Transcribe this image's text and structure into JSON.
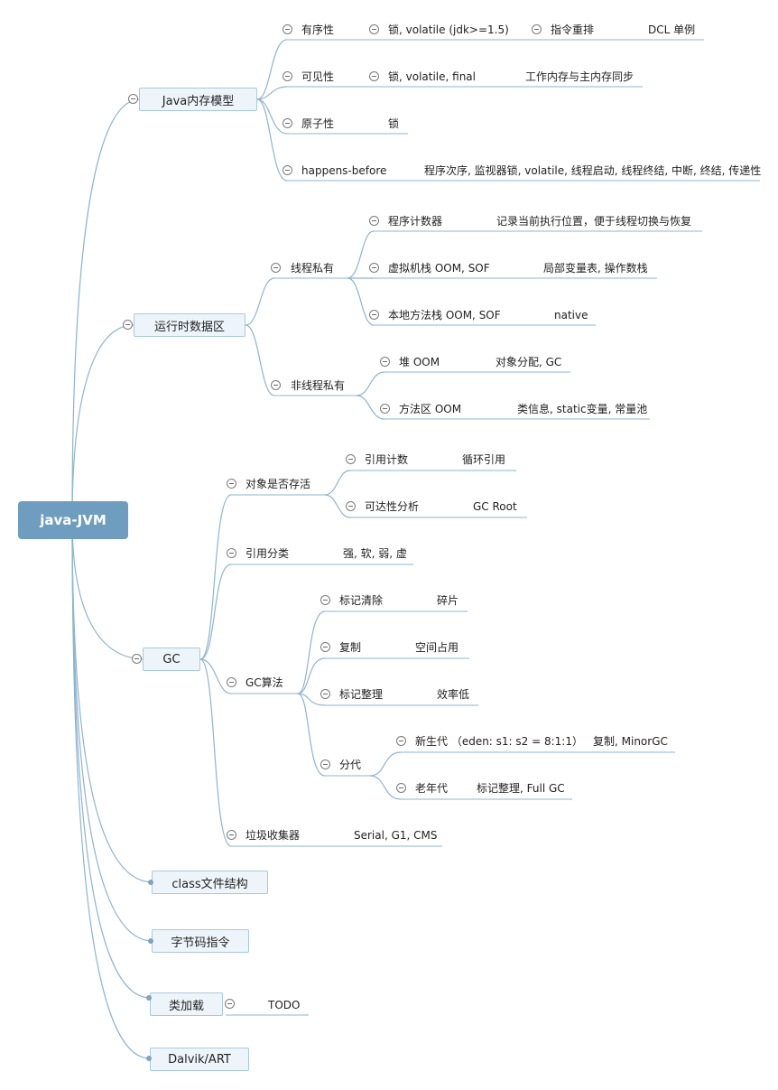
{
  "root": "java-JVM",
  "branches": {
    "jmm": {
      "label": "Java内存模型",
      "ordering": {
        "label": "有序性",
        "detail": "锁, volatile (jdk>=1.5)",
        "sub": "指令重排",
        "leaf": "DCL 单例"
      },
      "visibility": {
        "label": "可见性",
        "detail": "锁, volatile, final",
        "leaf": "工作内存与主内存同步"
      },
      "atomicity": {
        "label": "原子性",
        "detail": "锁"
      },
      "happens_before": {
        "label": "happens-before",
        "detail": "程序次序, 监视器锁, volatile, 线程启动, 线程终结, 中断, 终结, 传递性"
      }
    },
    "runtime": {
      "label": "运行时数据区",
      "private": {
        "label": "线程私有",
        "pc": {
          "label": "程序计数器",
          "detail": "记录当前执行位置，便于线程切换与恢复"
        },
        "vm_stack": {
          "label": "虚拟机栈 OOM, SOF",
          "detail": "局部变量表, 操作数栈"
        },
        "native_stack": {
          "label": "本地方法栈 OOM, SOF",
          "detail": "native"
        }
      },
      "shared": {
        "label": "非线程私有",
        "heap": {
          "label": "堆 OOM",
          "detail": "对象分配, GC"
        },
        "method_area": {
          "label": "方法区 OOM",
          "detail": "类信息, static变量, 常量池"
        }
      }
    },
    "gc": {
      "label": "GC",
      "alive": {
        "label": "对象是否存活",
        "refcount": {
          "label": "引用计数",
          "detail": "循环引用"
        },
        "reachability": {
          "label": "可达性分析",
          "detail": "GC Root"
        }
      },
      "refs": {
        "label": "引用分类",
        "detail": "强, 软, 弱, 虚"
      },
      "algo": {
        "label": "GC算法",
        "mark_sweep": {
          "label": "标记清除",
          "detail": "碎片"
        },
        "copy": {
          "label": "复制",
          "detail": "空间占用"
        },
        "mark_compact": {
          "label": "标记整理",
          "detail": "效率低"
        },
        "generational": {
          "label": "分代",
          "young": {
            "label": "新生代 （eden: s1: s2 = 8:1:1）",
            "detail": "复制, MinorGC"
          },
          "old": {
            "label": "老年代",
            "detail": "标记整理, Full GC"
          }
        }
      },
      "collectors": {
        "label": "垃圾收集器",
        "detail": "Serial, G1, CMS"
      }
    },
    "classfile": {
      "label": "class文件结构"
    },
    "bytecode": {
      "label": "字节码指令"
    },
    "classload": {
      "label": "类加载",
      "detail": "TODO"
    },
    "dalvik": {
      "label": "Dalvik/ART"
    }
  },
  "colors": {
    "root_fill": "#6f9dbf",
    "branch_line": "#8fb4cf",
    "node_border": "#a9c8de",
    "node_fill": "#edf5fb"
  }
}
